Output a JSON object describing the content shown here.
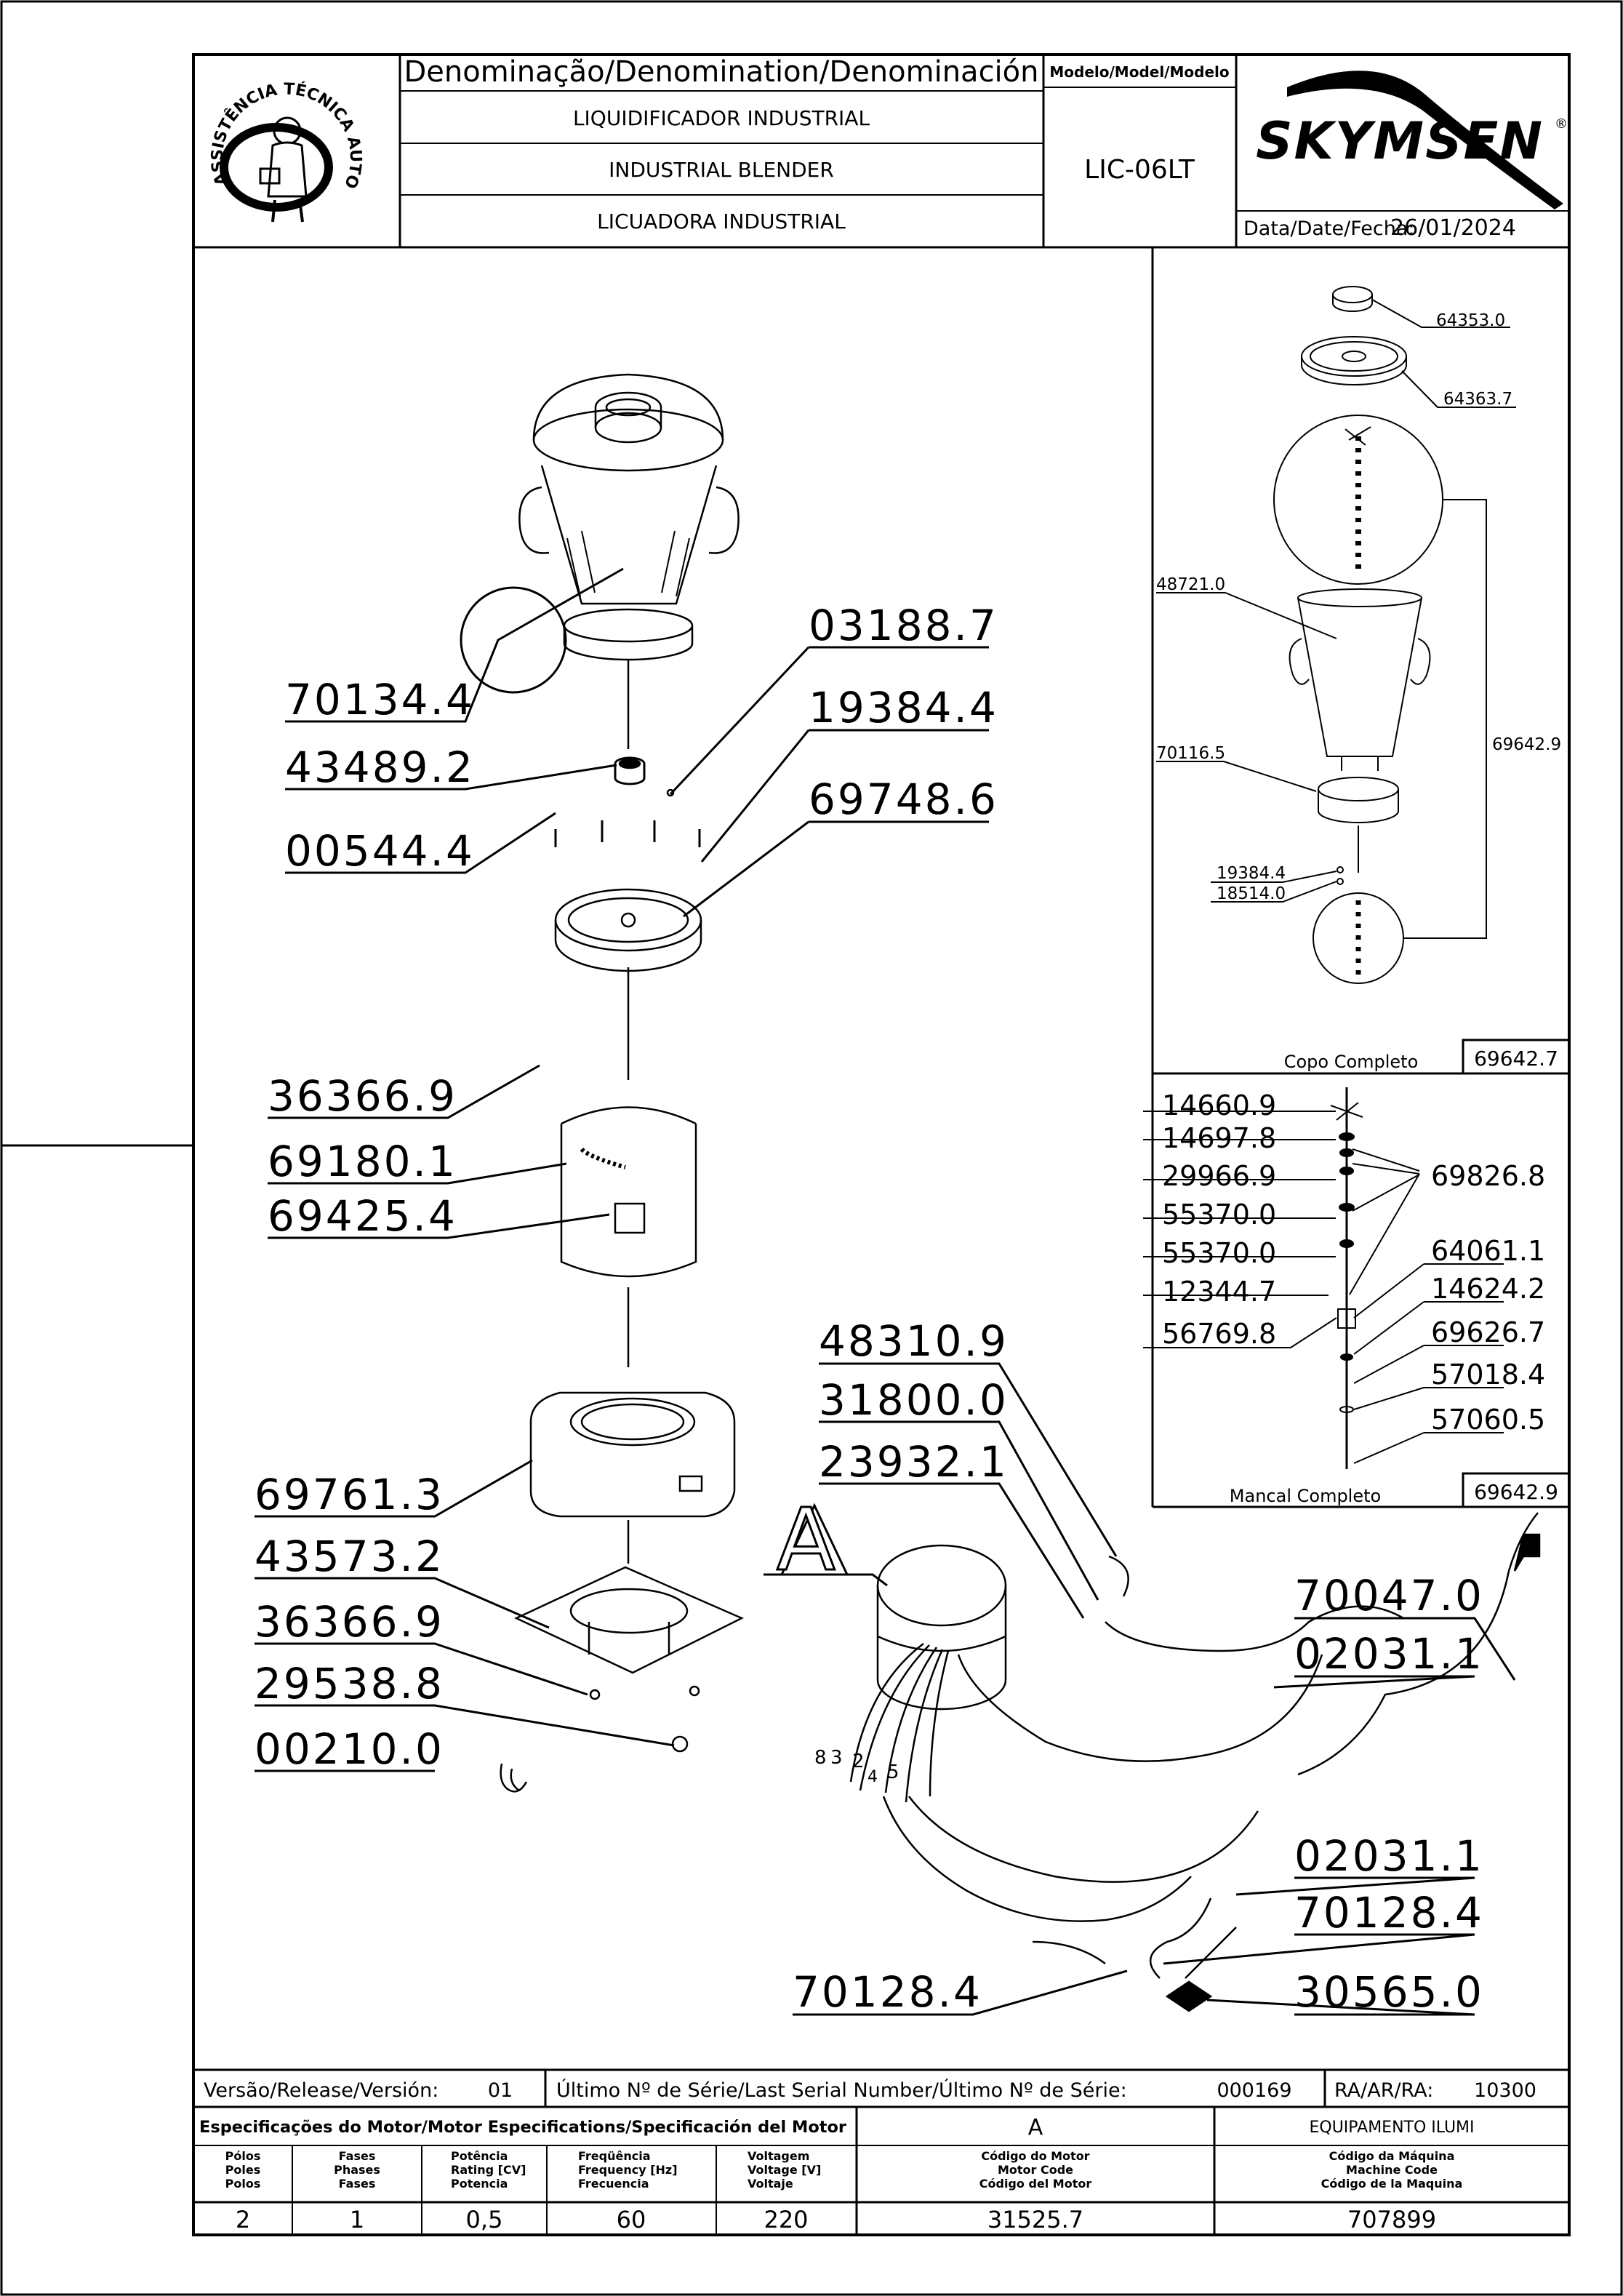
{
  "header": {
    "denomination_label": "Denominação/Denomination/Denominación",
    "model_label": "Modelo/Model/Modelo",
    "name_pt": "LIQUIDIFICADOR  INDUSTRIAL",
    "name_en": "INDUSTRIAL  BLENDER",
    "name_es": "LICUADORA  INDUSTRIAL",
    "model": "LIC-06LT",
    "brand": "SKYMSEN",
    "date_label": "Data/Date/Fecha:",
    "date": "26/01/2024",
    "seal_text": "ASSISTÊNCIA TÉCNICA AUTORIZADA"
  },
  "main_parts": [
    {
      "code": "70134.4"
    },
    {
      "code": "03188.7"
    },
    {
      "code": "19384.4"
    },
    {
      "code": "43489.2"
    },
    {
      "code": "69748.6"
    },
    {
      "code": "00544.4"
    },
    {
      "code": "36366.9"
    },
    {
      "code": "69180.1"
    },
    {
      "code": "69425.4"
    },
    {
      "code": "48310.9"
    },
    {
      "code": "31800.0"
    },
    {
      "code": "23932.1"
    },
    {
      "code": "69761.3"
    },
    {
      "code": "43573.2"
    },
    {
      "code": "36366.9"
    },
    {
      "code": "29538.8"
    },
    {
      "code": "00210.0"
    },
    {
      "code": "70047.0"
    },
    {
      "code": "02031.1"
    },
    {
      "code": "02031.1"
    },
    {
      "code": "70128.4"
    },
    {
      "code": "30565.0"
    },
    {
      "code": "70128.4"
    }
  ],
  "detail_letter": "A",
  "wire_numbers": [
    "8",
    "3",
    "2",
    "4",
    "5"
  ],
  "copo_panel": {
    "parts": [
      "64353.0",
      "64363.7",
      "48721.0",
      "69642.9",
      "70116.5",
      "19384.4",
      "18514.0"
    ],
    "title": "Copo  Completo",
    "code": "69642.7"
  },
  "mancal_panel": {
    "parts_left": [
      "14660.9",
      "14697.8",
      "29966.9",
      "55370.0",
      "55370.0",
      "12344.7",
      "56769.8"
    ],
    "parts_right": [
      "69826.8",
      "64061.1",
      "14624.2",
      "69626.7",
      "57018.4",
      "57060.5"
    ],
    "title": "Mancal  Completo",
    "code": "69642.9"
  },
  "footer": {
    "version_label": "Versão/Release/Versión:",
    "version": "01",
    "serial_label": "Último  Nº  de  Série/Last  Serial  Number/Último  Nº  de  Série:",
    "serial": "000169",
    "ra_label": "RA/AR/RA:",
    "ra": "10300",
    "motor_spec_label": "Especificações do Motor/Motor Especifications/Specificación del Motor",
    "motor_letter": "A",
    "equipment_label": "EQUIPAMENTO  ILUMI",
    "col_headers": [
      [
        "Pólos",
        "Poles",
        "Polos"
      ],
      [
        "Fases",
        "Phases",
        "Fases"
      ],
      [
        "Potência",
        "Rating [CV]",
        "Potencia"
      ],
      [
        "Freqüência",
        "Frequency [Hz]",
        "Frecuencia"
      ],
      [
        "Voltagem",
        "Voltage [V]",
        "Voltaje"
      ],
      [
        "Código do Motor",
        "Motor Code",
        "Código del Motor"
      ],
      [
        "Código da Máquina",
        "Machine Code",
        "Código de la Maquina"
      ]
    ],
    "values": [
      "2",
      "1",
      "0,5",
      "60",
      "220",
      "31525.7",
      "707899"
    ]
  }
}
